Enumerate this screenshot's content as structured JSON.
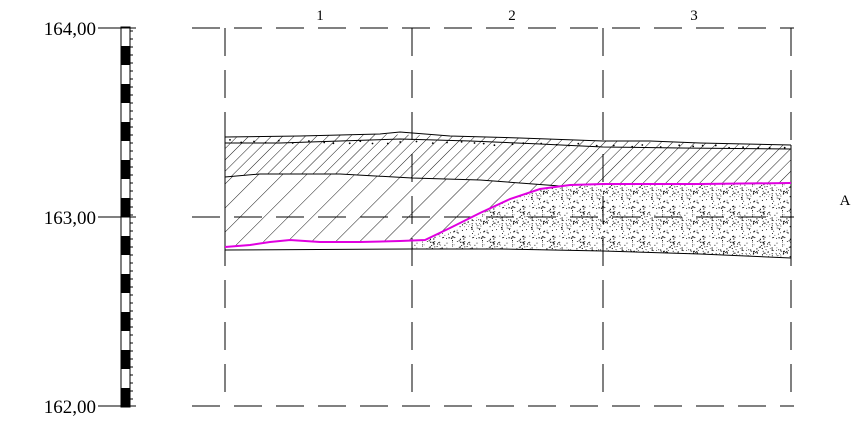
{
  "elevation_scale": {
    "top_label": "164,00",
    "middle_label": "163,00",
    "bottom_label": "162,00"
  },
  "columns": [
    {
      "label": "1"
    },
    {
      "label": "2"
    },
    {
      "label": "3"
    }
  ],
  "row_label": "A",
  "colors": {
    "line": "#000000",
    "boundary": "#e000e0",
    "background": "#ffffff"
  }
}
